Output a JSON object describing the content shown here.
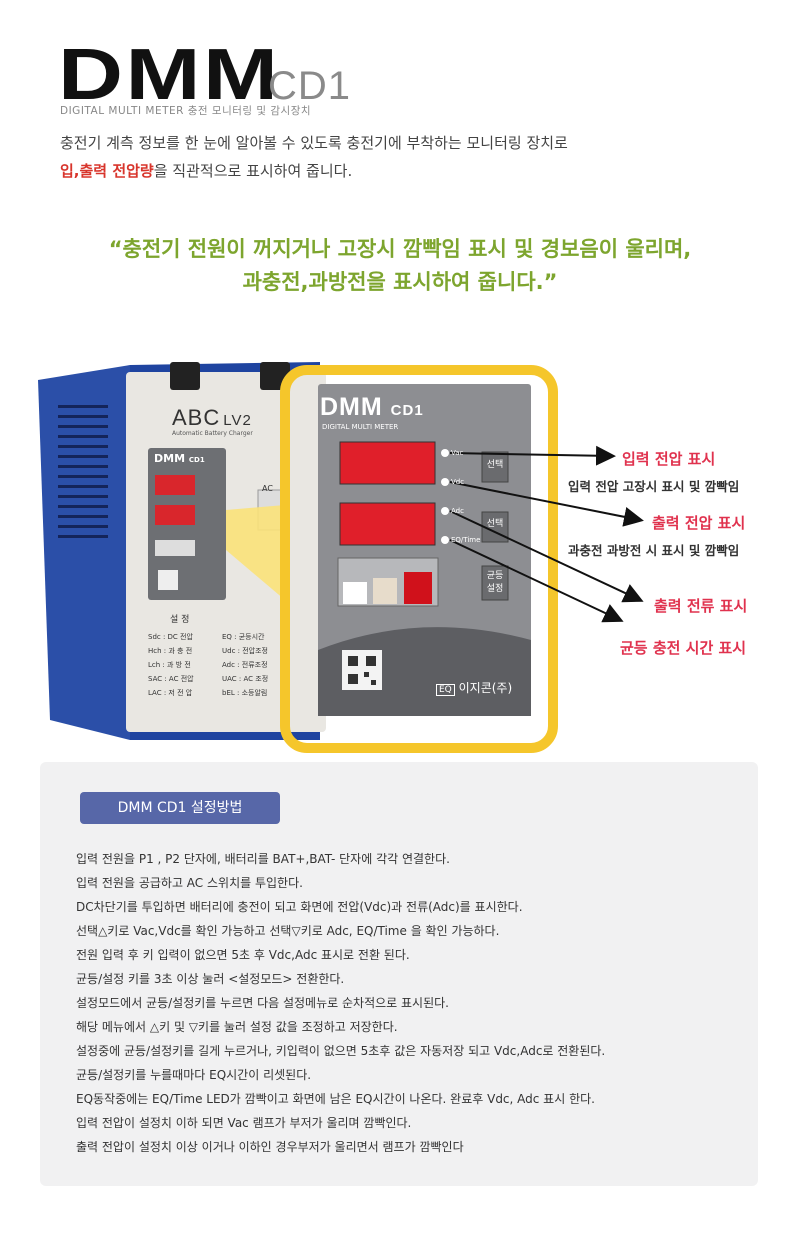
{
  "header": {
    "logo_main": "DMM",
    "logo_sub": "CD1",
    "caption": "DIGITAL MULTI METER  충전 모니터링 및 감시장치"
  },
  "intro": {
    "line1": "충전기 계측 정보를 한 눈에 알아볼 수 있도록 충전기에 부착하는 모니터링 장치로",
    "line2_highlight": "입,출력 전압량",
    "line2_rest": "을 직관적으로 표시하여 줍니다."
  },
  "quote": {
    "line1": "“충전기 전원이 꺼지거나 고장시 깜빡임 표시 및 경보음이 울리며,",
    "line2": "과충전,과방전을 표시하여 줍니다.”"
  },
  "charger": {
    "brand": "ABC",
    "brand_model": "LV2",
    "brand_caption": "Automatic Battery Charger",
    "mini_panel_title": "DMM",
    "mini_panel_model": "CD1",
    "ac_label": "AC",
    "settings_heading": "설 정",
    "settings_codes": [
      "Sdc : DC 전압",
      "Hch : 과 충 전",
      "Lch : 과 방 전",
      "SAC : AC 전압",
      "LAC : 저 전 압",
      "EQ : 균등시간",
      "Udc : 전압조정",
      "Adc : 전류조정",
      "UAC : AC 조정",
      "bEL : 소등알림"
    ]
  },
  "panel": {
    "title": "DMM",
    "model": "CD1",
    "subtitle": "DIGITAL MULTI METER",
    "led_labels": [
      "Vac",
      "Vdc",
      "Adc",
      "EQ/Time"
    ],
    "btn_select": "선택",
    "btn_eq_line1": "균등",
    "btn_eq_line2": "설정",
    "maker": "이지콘(주)",
    "maker_logo": "EQ"
  },
  "callouts": {
    "input_voltage": "입력 전압 표시",
    "input_voltage_sub": "입력 전압 고장시 표시 및 깜빡임",
    "output_voltage": "출력 전압 표시",
    "output_voltage_sub": "과충전 과방전 시 표시 및 깜빡임",
    "output_current": "출력 전류 표시",
    "eq_time": "균등 충전 시간 표시"
  },
  "settings": {
    "title": "DMM CD1 설정방법",
    "lines": [
      "입력 전원을 P1 , P2 단자에, 배터리를 BAT+,BAT- 단자에 각각 연결한다.",
      "입력 전원을 공급하고 AC 스위치를 투입한다.",
      "DC차단기를 투입하면 배터리에 충전이 되고 화면에 전압(Vdc)과 전류(Adc)를 표시한다.",
      "선택△키로 Vac,Vdc를 확인 가능하고 선택▽키로 Adc, EQ/Time 을 확인 가능하다.",
      "전원 입력 후 키 입력이 없으면 5초 후 Vdc,Adc 표시로 전환 된다.",
      "균등/설정 키를 3초 이상 눌러 <설정모드> 전환한다.",
      "설정모드에서 균등/설정키를 누르면 다음 설정메뉴로 순차적으로 표시된다.",
      "해당 메뉴에서 △키 및 ▽키를 눌러 설정 값을 조정하고 저장한다.",
      "설정중에 균등/설정키를 길게 누르거나, 키입력이 없으면 5초후 값은 자동저장 되고 Vdc,Adc로 전환된다.",
      "균등/설정키를 누를때마다 EQ시간이 리셋된다.",
      "EQ동작중에는 EQ/Time LED가 깜빡이고 화면에 남은 EQ시간이 나온다. 완료후 Vdc, Adc 표시 한다.",
      "입력 전압이 설정치 이하 되면 Vac 램프가 부저가 울리며 깜빡인다.",
      "출력 전압이 설정치 이상 이거나 이하인 경우부저가 울리면서 램프가 깜빡인다"
    ]
  }
}
